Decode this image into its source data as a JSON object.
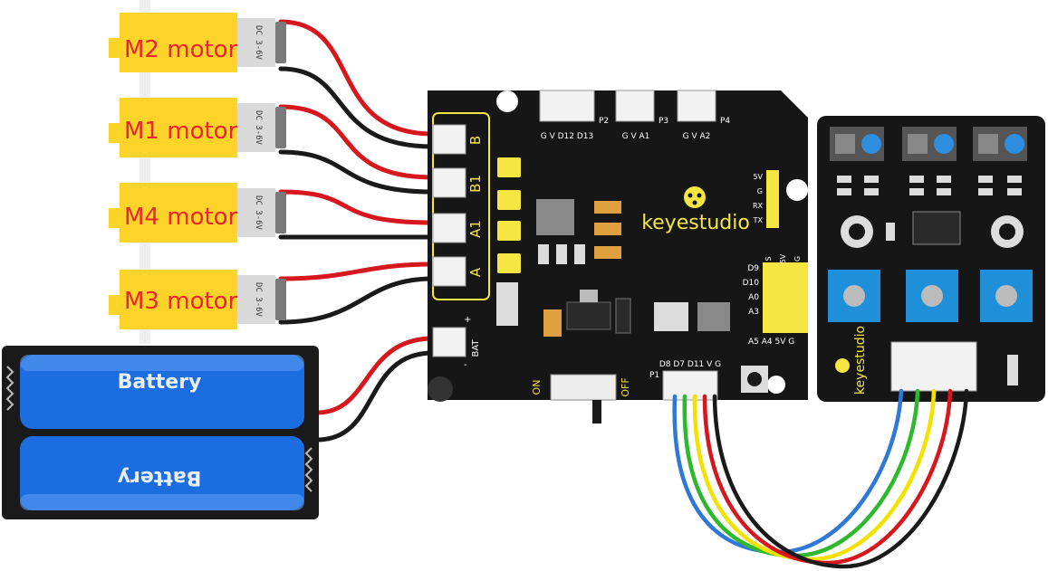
{
  "motors": [
    {
      "label": "M2 motor",
      "tag": "DC 3-6V"
    },
    {
      "label": "M1 motor",
      "tag": "DC 3-6V"
    },
    {
      "label": "M4 motor",
      "tag": "DC 3-6V"
    },
    {
      "label": "M3 motor",
      "tag": "DC 3-6V"
    }
  ],
  "battery": {
    "top_label": "Battery",
    "bottom_label": "Battery"
  },
  "board": {
    "brand": "keyestudio",
    "motor_ports": [
      "B",
      "B1",
      "A1",
      "A"
    ],
    "bat_label": "BAT",
    "bat_plus": "+",
    "bat_minus": "-",
    "top_headers": [
      {
        "pins": "G V D12 D13",
        "name": "P2"
      },
      {
        "pins": "G V A1",
        "name": "P3"
      },
      {
        "pins": "G V A2",
        "name": "P4"
      }
    ],
    "right_header_pins": [
      "5V",
      "G",
      "RX",
      "TX"
    ],
    "io_rows": [
      "D9",
      "D10",
      "A0",
      "A3"
    ],
    "io_cols": [
      "S",
      "5V",
      "G"
    ],
    "io_bottom": "A5 A4 5V G",
    "p1_pins": "D8 D7 D11 V G",
    "p1_name": "P1",
    "switch_on": "ON",
    "switch_off": "OFF"
  },
  "sensor": {
    "brand": "keyestudio"
  },
  "colors": {
    "board": "#161616",
    "motor_yellow": "#FFD42A",
    "battery_blue": "#1C6EE0",
    "label_red": "#E8262B",
    "pot_blue": "#1E8FD8",
    "silk": "#F5E642",
    "wire_red": "#D6171D",
    "wire_black": "#1A1A1A",
    "wire_blue": "#2E78D8",
    "wire_green": "#2EB82E",
    "wire_yellow": "#F2E200"
  }
}
